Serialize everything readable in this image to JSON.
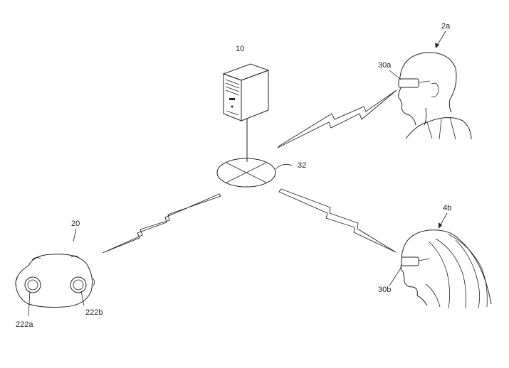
{
  "labels": {
    "server": "10",
    "hub": "32",
    "controller": "20",
    "button_a": "222a",
    "button_b": "222b",
    "user_a": "2a",
    "user_b": "4b",
    "hmd_a": "30a",
    "hmd_b": "30b"
  }
}
